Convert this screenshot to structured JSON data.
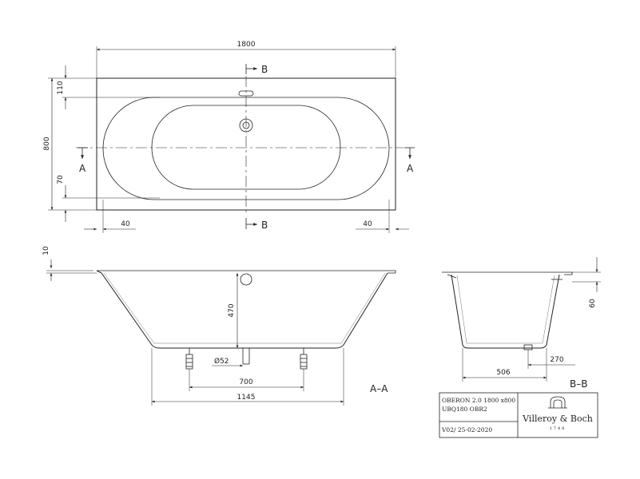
{
  "plan": {
    "dim_length": "1800",
    "dim_width": "800",
    "dim_rim_top": "110",
    "dim_rim_bottom": "70",
    "dim_end_left": "40",
    "dim_end_right": "40",
    "marker_b": "B",
    "marker_a": "A"
  },
  "section_aa": {
    "dim_rim": "10",
    "dim_depth": "470",
    "dim_waste": "Ø52",
    "dim_feet": "700",
    "dim_base": "1145",
    "label": "A–A"
  },
  "section_bb": {
    "dim_height": "60",
    "dim_base": "506",
    "dim_offset": "270",
    "label": "B–B"
  },
  "title_block": {
    "model_line1": "OBERON 2.0 1800 x800",
    "model_line2": "UBQ180 OBR2",
    "version": "V02/ 25-02-2020",
    "brand": "Villeroy & Boch",
    "year": "1748"
  }
}
